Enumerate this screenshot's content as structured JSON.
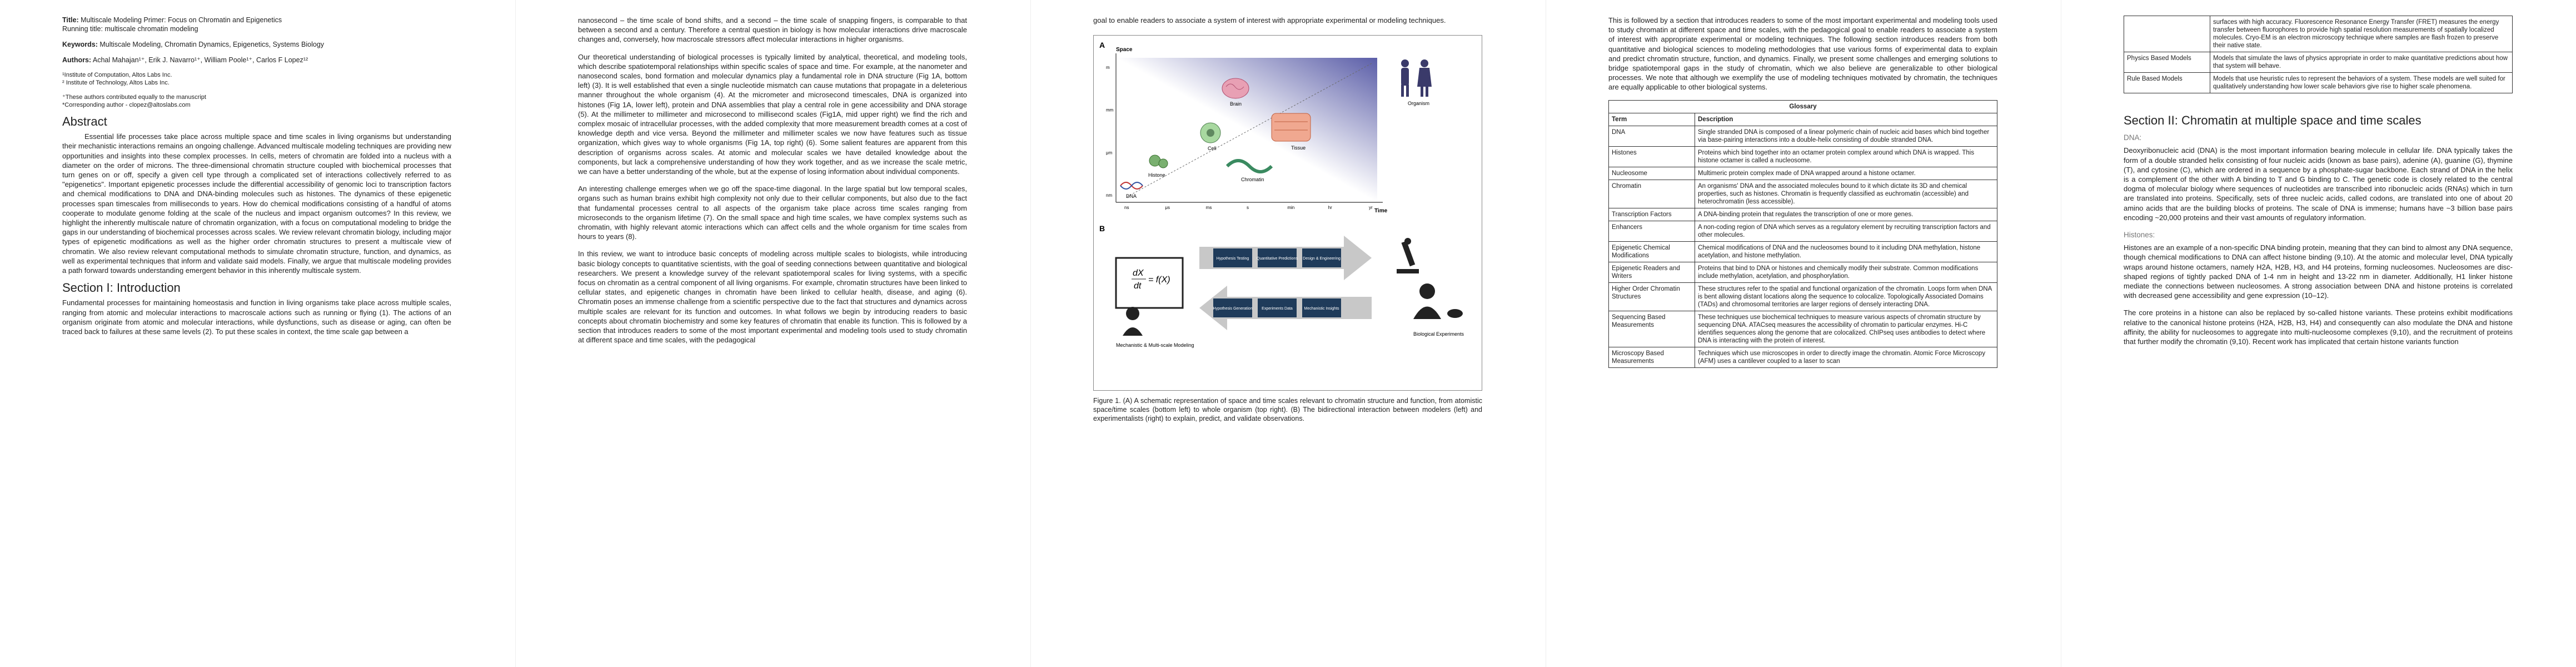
{
  "page1": {
    "title_label": "Title:",
    "title": "Multiscale Modeling Primer: Focus on Chromatin and Epigenetics",
    "running_label": "Running title:",
    "running": "multiscale chromatin modeling",
    "keywords_label": "Keywords:",
    "keywords": "Multiscale Modeling, Chromatin Dynamics, Epigenetics, Systems Biology",
    "authors_label": "Authors:",
    "authors": "Achal Mahajan¹⁺, Erik J. Navarro¹⁺, William Poole¹⁺, Carlos F Lopez¹²",
    "affil1": "¹Institute of Computation, Altos Labs Inc.",
    "affil2": "² Institute of Technology, Altos Labs Inc.",
    "note1": "⁺These authors contributed equally to the manuscript",
    "note2": "*Corresponding author - clopez@altoslabs.com",
    "abstract_heading": "Abstract",
    "abstract": "Essential life processes take place across multiple space and time scales in living organisms but understanding their mechanistic interactions remains an ongoing challenge. Advanced multiscale modeling techniques are providing new opportunities and insights into these complex processes. In cells, meters of chromatin are folded into a nucleus with a diameter on the order of microns. The three-dimensional chromatin structure coupled with biochemical processes that turn genes on or off, specify a given cell type through a complicated set of interactions collectively referred to as \"epigenetics\". Important epigenetic processes include the differential accessibility of genomic loci to transcription factors and chemical modifications to DNA and DNA-binding molecules such as histones. The dynamics of these epigenetic processes span timescales from milliseconds to years. How do chemical modifications consisting of a handful of atoms cooperate to modulate genome folding at the scale of the nucleus and impact organism outcomes? In this review, we highlight the inherently multiscale nature of chromatin organization, with a focus on computational modeling to bridge the gaps in our understanding of biochemical processes across scales. We review relevant chromatin biology, including major types of epigenetic modifications as well as the higher order chromatin structures to present a multiscale view of chromatin. We also review relevant computational methods to simulate chromatin structure, function, and dynamics, as well as experimental techniques that inform and validate said models. Finally, we argue that multiscale modeling provides a path forward towards understanding emergent behavior in this inherently multiscale system.",
    "intro_heading": "Section I: Introduction",
    "intro": "Fundamental processes for maintaining homeostasis and function in living organisms take place across multiple scales, ranging from atomic and molecular interactions to macroscale actions such as running or flying (1). The actions of an organism originate from atomic and molecular interactions, while dysfunctions, such as disease or aging, can often be traced back to failures at these same levels (2). To put these scales in context, the time scale gap between a"
  },
  "page2": {
    "para1": "nanosecond – the time scale of bond shifts, and a second – the time scale of snapping fingers, is comparable to that between a second and a century. Therefore a central question in biology is how molecular interactions drive macroscale changes and, conversely, how macroscale stressors affect molecular interactions in higher organisms.",
    "para2": "Our theoretical understanding of biological processes is typically limited by analytical, theoretical, and modeling tools, which describe spatiotemporal relationships within specific scales of space and time. For example, at the nanometer and nanosecond scales, bond formation and molecular dynamics play a fundamental role in DNA structure (Fig 1A, bottom left) (3). It is well established that even a single nucleotide mismatch can cause mutations that propagate in a deleterious manner throughout the whole organism (4). At the micrometer and microsecond timescales, DNA is organized into histones (Fig 1A, lower left), protein and DNA assemblies that play a central role in gene accessibility and DNA storage (5). At the millimeter to millimeter and microsecond to millisecond scales (Fig1A, mid upper right) we find the rich and complex mosaic of intracellular processes, with the added complexity that more measurement breadth comes at a cost of knowledge depth and vice versa. Beyond the millimeter and millimeter scales we now have features such as tissue organization, which gives way to whole organisms (Fig 1A, top right) (6). Some salient features are apparent from this description of organisms across scales. At atomic and molecular scales we have detailed knowledge about the components, but lack a comprehensive understanding of how they work together, and as we increase the scale metric, we can have a better understanding of the whole, but at the expense of losing information about individual components.",
    "para3": "An interesting challenge emerges when we go off the space-time diagonal. In the large spatial but low temporal scales, organs such as human brains exhibit high complexity not only due to their cellular components, but also due to the fact that fundamental processes central to all aspects of the organism take place across time scales ranging from microseconds to the organism lifetime (7). On the small space and high time scales, we have complex systems such as chromatin, with highly relevant atomic interactions which can affect cells and the whole organism for time scales from hours to years (8).",
    "para4": "In this review, we want to introduce basic concepts of modeling across multiple scales to biologists, while introducing basic biology concepts to quantitative scientists, with the goal of seeding connections between quantitative and biological researchers. We present a knowledge survey of the relevant spatiotemporal scales for living systems, with a specific focus on chromatin as a central component of all living organisms. For example, chromatin structures have been linked to cellular states, and epigenetic changes in chromatin have been linked to cellular health, disease, and aging (6). Chromatin poses an immense challenge from a scientific perspective due to the fact that structures and dynamics across multiple scales are relevant for its function and outcomes. In what follows we begin by introducing readers to basic concepts about chromatin biochemistry and some key features of chromatin that enable its function. This is followed by a section that introduces readers to some of the most important experimental and modeling tools used to study chromatin at different space and time scales, with the pedagogical"
  },
  "page3": {
    "para1": "goal to enable readers to associate a system of interest with appropriate experimental or modeling techniques.",
    "figure": {
      "panel_a": "A",
      "panel_b": "B",
      "y_axis": "Space",
      "x_axis": "Time",
      "y_ticks": [
        "m",
        "mm",
        "μm",
        "nm"
      ],
      "x_ticks": [
        "ns",
        "μs",
        "ms",
        "s",
        "min",
        "hr",
        "yr"
      ],
      "labels": {
        "organism": "Organism",
        "brain": "Brain",
        "tissue": "Tissue",
        "cell": "Cell",
        "histone": "Histone",
        "chromatin": "Chromatin",
        "dna": "DNA"
      },
      "equation_lhs": "dX",
      "equation_den": "dt",
      "equation_rhs": "= f(X)",
      "cycle_top": [
        "Hypothesis Testing",
        "Quantitative Predictions",
        "Design & Engineering"
      ],
      "cycle_bottom": [
        "Hypothesis Generation",
        "Experiments Data",
        "Mechanistic Insights"
      ],
      "left_caption": "Mechanistic & Multi-scale Modeling",
      "right_caption": "Biological Experiments"
    },
    "caption": "Figure 1. (A) A schematic representation of space and time scales relevant to chromatin structure and function, from atomistic space/time scales (bottom left) to whole organism (top right). (B) The bidirectional interaction between modelers (left) and experimentalists (right) to explain, predict, and validate observations."
  },
  "page4": {
    "para1": "This is followed by a section that introduces readers to some of the most important experimental and modeling tools used to study chromatin at different space and time scales, with the pedagogical goal to enable readers to associate a system of interest with appropriate experimental or modeling techniques. The following section introduces readers from both quantitative and biological sciences to modeling methodologies that use various forms of experimental data to explain and predict chromatin structure, function, and dynamics. Finally, we present some challenges and emerging solutions to bridge spatiotemporal gaps in the study of chromatin, which we also believe are generalizable to other biological processes. We note that although we exemplify the use of modeling techniques motivated by chromatin, the techniques are equally applicable to other biological systems.",
    "glossary_title": "Glossary",
    "col_term": "Term",
    "col_desc": "Description",
    "rows": [
      {
        "term": "DNA",
        "desc": "Single stranded DNA is composed of a linear polymeric chain of nucleic acid bases which bind together via base-pairing interactions into a double-helix consisting of double stranded DNA."
      },
      {
        "term": "Histones",
        "desc": "Proteins which bind together into an octamer protein complex around which DNA is wrapped. This histone octamer is called a nucleosome."
      },
      {
        "term": "Nucleosome",
        "desc": "Multimeric protein complex made of DNA wrapped around a histone octamer."
      },
      {
        "term": "Chromatin",
        "desc": "An organisms' DNA and the associated molecules bound to it which dictate its 3D and chemical properties, such as histones. Chromatin is frequently classified as euchromatin (accessible) and heterochromatin (less accessible)."
      },
      {
        "term": "Transcription Factors",
        "desc": "A DNA-binding protein that regulates the transcription of one or more genes."
      },
      {
        "term": "Enhancers",
        "desc": "A non-coding region of DNA which serves as a regulatory element by recruiting transcription factors and other molecules."
      },
      {
        "term": "Epigenetic Chemical Modifications",
        "desc": "Chemical modifications of DNA and the nucleosomes bound to it including DNA methylation, histone acetylation, and histone methylation."
      },
      {
        "term": "Epigenetic Readers and Writers",
        "desc": "Proteins that bind to DNA or histones and chemically modify their substrate. Common modifications include methylation, acetylation, and phosphorylation."
      },
      {
        "term": "Higher Order Chromatin Structures",
        "desc": "These structures refer to the spatial and functional organization of the chromatin. Loops form when DNA is bent allowing distant locations along the sequence to colocalize. Topologically Associated Domains (TADs) and chromosomal territories are larger regions of densely interacting DNA."
      },
      {
        "term": "Sequencing Based Measurements",
        "desc": "These techniques use biochemical techniques to measure various aspects of chromatin structure by sequencing DNA. ATACseq measures the accessibility of chromatin to particular enzymes. Hi-C identifies sequences along the genome that are colocalized. ChIPseq uses antibodies to detect where DNA is interacting with the protein of interest."
      },
      {
        "term": "Microscopy Based Measurements",
        "desc": "Techniques which use microscopes in order to directly image the chromatin. Atomic Force Microscopy (AFM) uses a cantilever coupled to a laser to scan"
      }
    ]
  },
  "page5": {
    "rows": [
      {
        "term": "",
        "desc": "surfaces with high accuracy. Fluorescence Resonance Energy Transfer (FRET) measures the energy transfer between fluorophores to provide high spatial resolution measurements of spatially localized molecules. Cryo-EM is an electron microscopy technique where samples are flash frozen to preserve their native state."
      },
      {
        "term": "Physics Based Models",
        "desc": "Models that simulate the laws of physics appropriate in order to make quantitative predictions about how that system will behave."
      },
      {
        "term": "Rule Based Models",
        "desc": "Models that use heuristic rules to represent the behaviors of a system. These models are well suited for qualitatively understanding how lower scale behaviors give rise to higher scale phenomena."
      }
    ],
    "section2_heading": "Section II: Chromatin at multiple space and time scales",
    "dna_heading": "DNA:",
    "dna": "Deoxyribonucleic acid (DNA) is the most important information bearing molecule in cellular life. DNA typically takes the form of a double stranded helix consisting of four nucleic acids (known as base pairs), adenine (A), guanine (G), thymine (T), and cytosine (C), which are ordered in a sequence by a phosphate-sugar backbone. Each strand of DNA in the helix is a complement of the other with A binding to T and G binding to C. The genetic code is closely related to the central dogma of molecular biology where sequences of nucleotides are transcribed into ribonucleic acids (RNAs) which in turn are translated into proteins. Specifically, sets of three nucleic acids, called codons, are translated into one of about 20 amino acids that are the building blocks of proteins. The scale of DNA is immense; humans have ~3 billion base pairs encoding ~20,000 proteins and their vast amounts of regulatory information.",
    "histones_heading": "Histones:",
    "histones": "Histones are an example of a non-specific DNA binding protein, meaning that they can bind to almost any DNA sequence, though chemical modifications to DNA can affect histone binding (9,10). At the atomic and molecular level, DNA typically wraps around histone octamers, namely H2A, H2B, H3, and H4 proteins, forming nucleosomes. Nucleosomes are disc-shaped regions of tightly packed DNA of 1-4 nm in height and 13-22 nm in diameter. Additionally, H1 linker histone mediate the connections between nucleosomes. A strong association between DNA and histone proteins is correlated with decreased gene accessibility and gene expression (10–12).",
    "histones2": "The core proteins in a histone can also be replaced by so-called histone variants. These proteins exhibit modifications relative to the canonical histone proteins (H2A, H2B, H3, H4) and consequently can also modulate the DNA and histone affinity, the ability for nucleosomes to aggregate into multi-nucleosome complexes (9,10), and the recruitment of proteins that further modify the chromatin (9,10). Recent work has implicated that certain histone variants function"
  }
}
